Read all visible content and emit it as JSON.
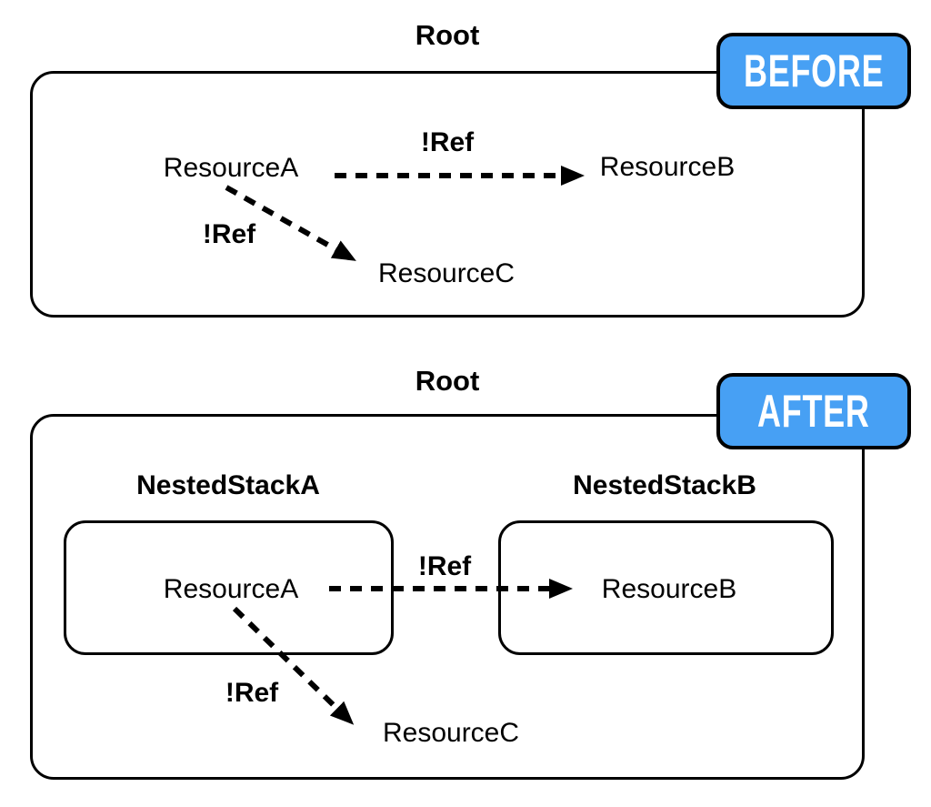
{
  "colors": {
    "badge_background": "#47A0F4",
    "badge_text": "#FFFFFF",
    "stroke": "#000000"
  },
  "before": {
    "badge_label": "BEFORE",
    "root_title": "Root",
    "resource_a": "ResourceA",
    "resource_b": "ResourceB",
    "resource_c": "ResourceC",
    "ref_ab_label": "!Ref",
    "ref_ac_label": "!Ref"
  },
  "after": {
    "badge_label": "AFTER",
    "root_title": "Root",
    "nested_stack_a_title": "NestedStackA",
    "nested_stack_b_title": "NestedStackB",
    "resource_a": "ResourceA",
    "resource_b": "ResourceB",
    "resource_c": "ResourceC",
    "ref_ab_label": "!Ref",
    "ref_ac_label": "!Ref"
  }
}
